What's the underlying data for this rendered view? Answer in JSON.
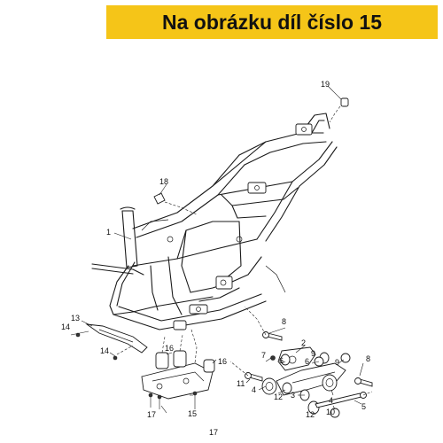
{
  "banner": {
    "text": "Na obrázku díl číslo 15"
  },
  "colors": {
    "banner_bg": "#f5c518",
    "banner_text": "#111111",
    "line": "#1a1a1a"
  },
  "callouts": {
    "c1": "1",
    "c2": "2",
    "c3": "3",
    "c4a": "4",
    "c4b": "4",
    "c5": "5",
    "c6a": "6",
    "c6b": "6",
    "c7": "7",
    "c8a": "8",
    "c8b": "8",
    "c9a": "9",
    "c9b": "9",
    "c10": "10",
    "c11": "11",
    "c12a": "12",
    "c12b": "12",
    "c13": "13",
    "c14a": "14",
    "c14b": "14",
    "c15": "15",
    "c16a": "16",
    "c16b": "16",
    "c17a": "17",
    "c17b": "17",
    "c18": "18",
    "c19": "19"
  }
}
